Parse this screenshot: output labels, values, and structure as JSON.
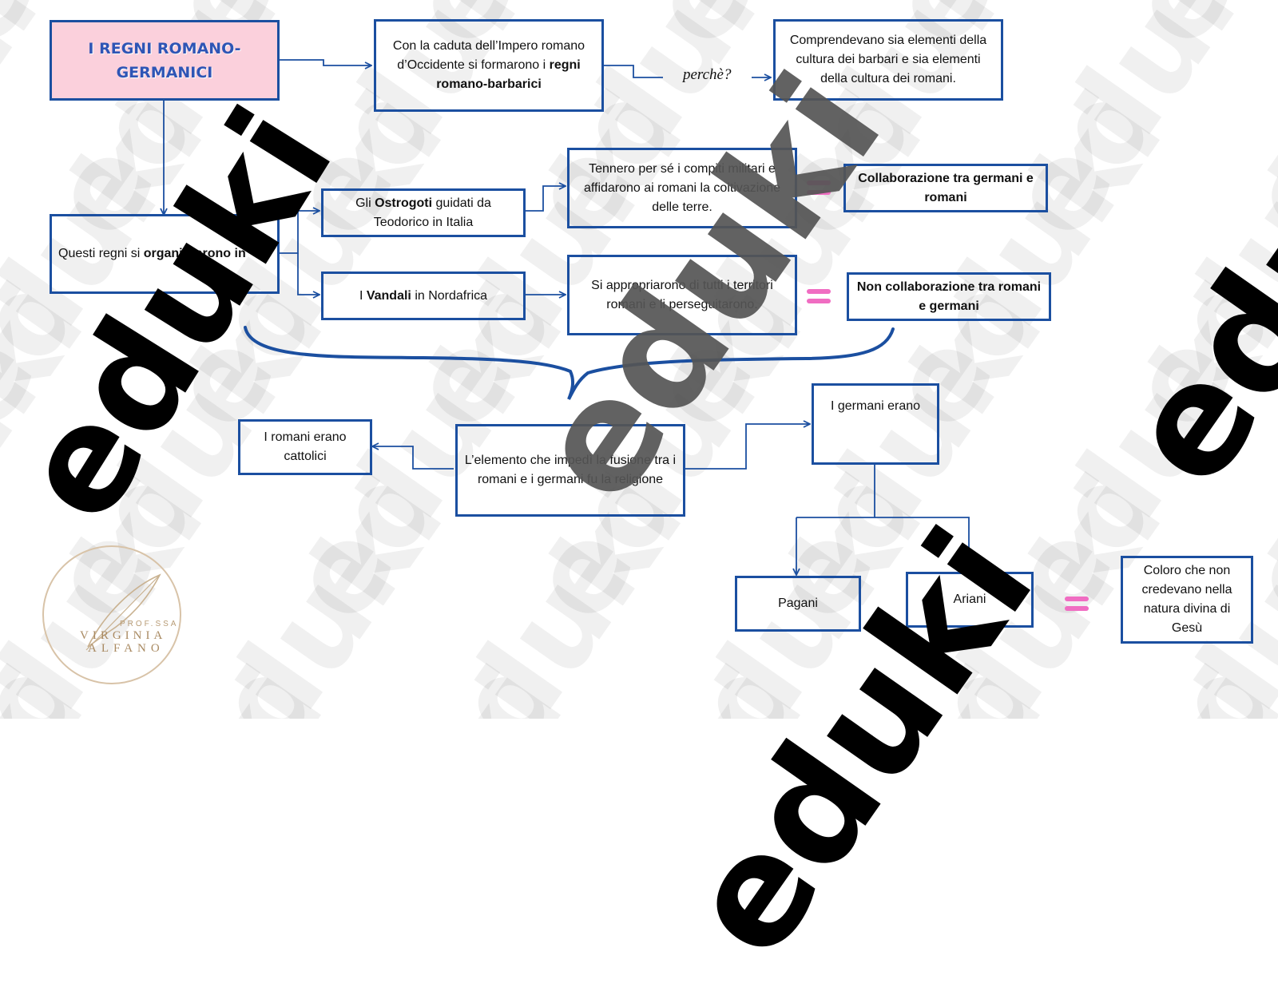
{
  "title": {
    "line1": "I REGNI ROMANO-",
    "line2": "GERMANICI"
  },
  "formation": {
    "before": "Con la caduta dell’Impero romano d’Occidente si formarono i ",
    "bold": "regni romano-barbarici"
  },
  "question": "perchè?",
  "composition": "Comprendevano sia elementi della cultura dei barbari e sia elementi della cultura dei romani.",
  "organization": {
    "before": "Questi regni si ",
    "bold": "organizzarono in"
  },
  "ostrogoti": {
    "before": "Gli ",
    "bold": "Ostrogoti",
    "after": " guidati da Teodorico in Italia"
  },
  "vandali": {
    "before": "I ",
    "bold": "Vandali",
    "after": " in Nordafrica"
  },
  "ostrogoti_action": "Tennero per sé i compiti militari e affidarono ai romani la coltivazione delle terre.",
  "vandali_action": "Si appropriarono di tutti i territori romani e li perseguitarono.",
  "collab": "Collaborazione tra germani e romani",
  "non_collab": "Non collaborazione tra romani e germani",
  "religion": "L’elemento che impedì la fusione tra i romani e i germani fu la religione",
  "romani": "I romani erano cattolici",
  "germani": "I germani erano",
  "pagani": "Pagani",
  "ariani": "Ariani",
  "ariani_def": "Coloro che non credevano nella natura divina di Gesù",
  "watermark": "eduki",
  "logo": {
    "top": "PROF.SSA",
    "name1": "VIRGINIA",
    "name2": "ALFANO"
  },
  "colors": {
    "border": "#1b4fa0",
    "title_fill": "#fbd0dc",
    "title_text": "#2f55b5",
    "equals": "#f06dc2"
  }
}
